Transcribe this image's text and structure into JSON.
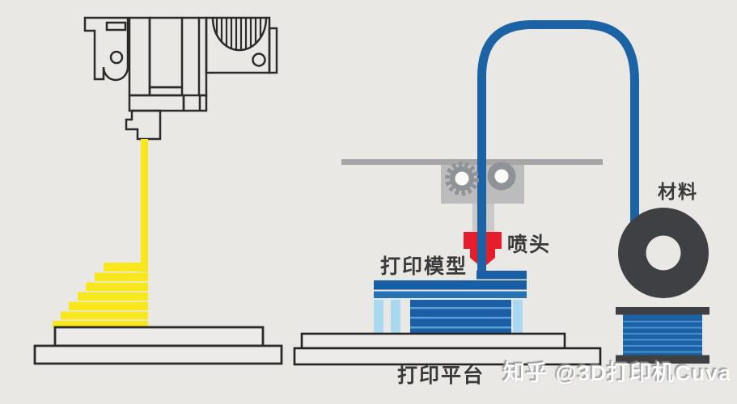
{
  "diagram": {
    "subject": "FDM 3D printer working principle diagram",
    "labels": {
      "nozzle": "喷头",
      "print_model": "打印模型",
      "print_platform": "打印平台",
      "material": "材料"
    },
    "watermark": "知乎 @3D打印机Cuva",
    "colors": {
      "background": "#e9e8e5",
      "outline_black": "#2b2b2b",
      "filament_yellow": "#f8e71c",
      "filament_blue": "#1c63a6",
      "layer_line_blue": "#5b9fd6",
      "support_pale_blue": "#a9d9f0",
      "nozzle_red": "#e61e2b",
      "gantry_gray": "#a6a6a6",
      "bracket_gray": "#bcbcbc",
      "gear_gray": "#8f9296",
      "spool_dark_gray": "#3e4043",
      "label_text": "#3a3a3a"
    }
  }
}
